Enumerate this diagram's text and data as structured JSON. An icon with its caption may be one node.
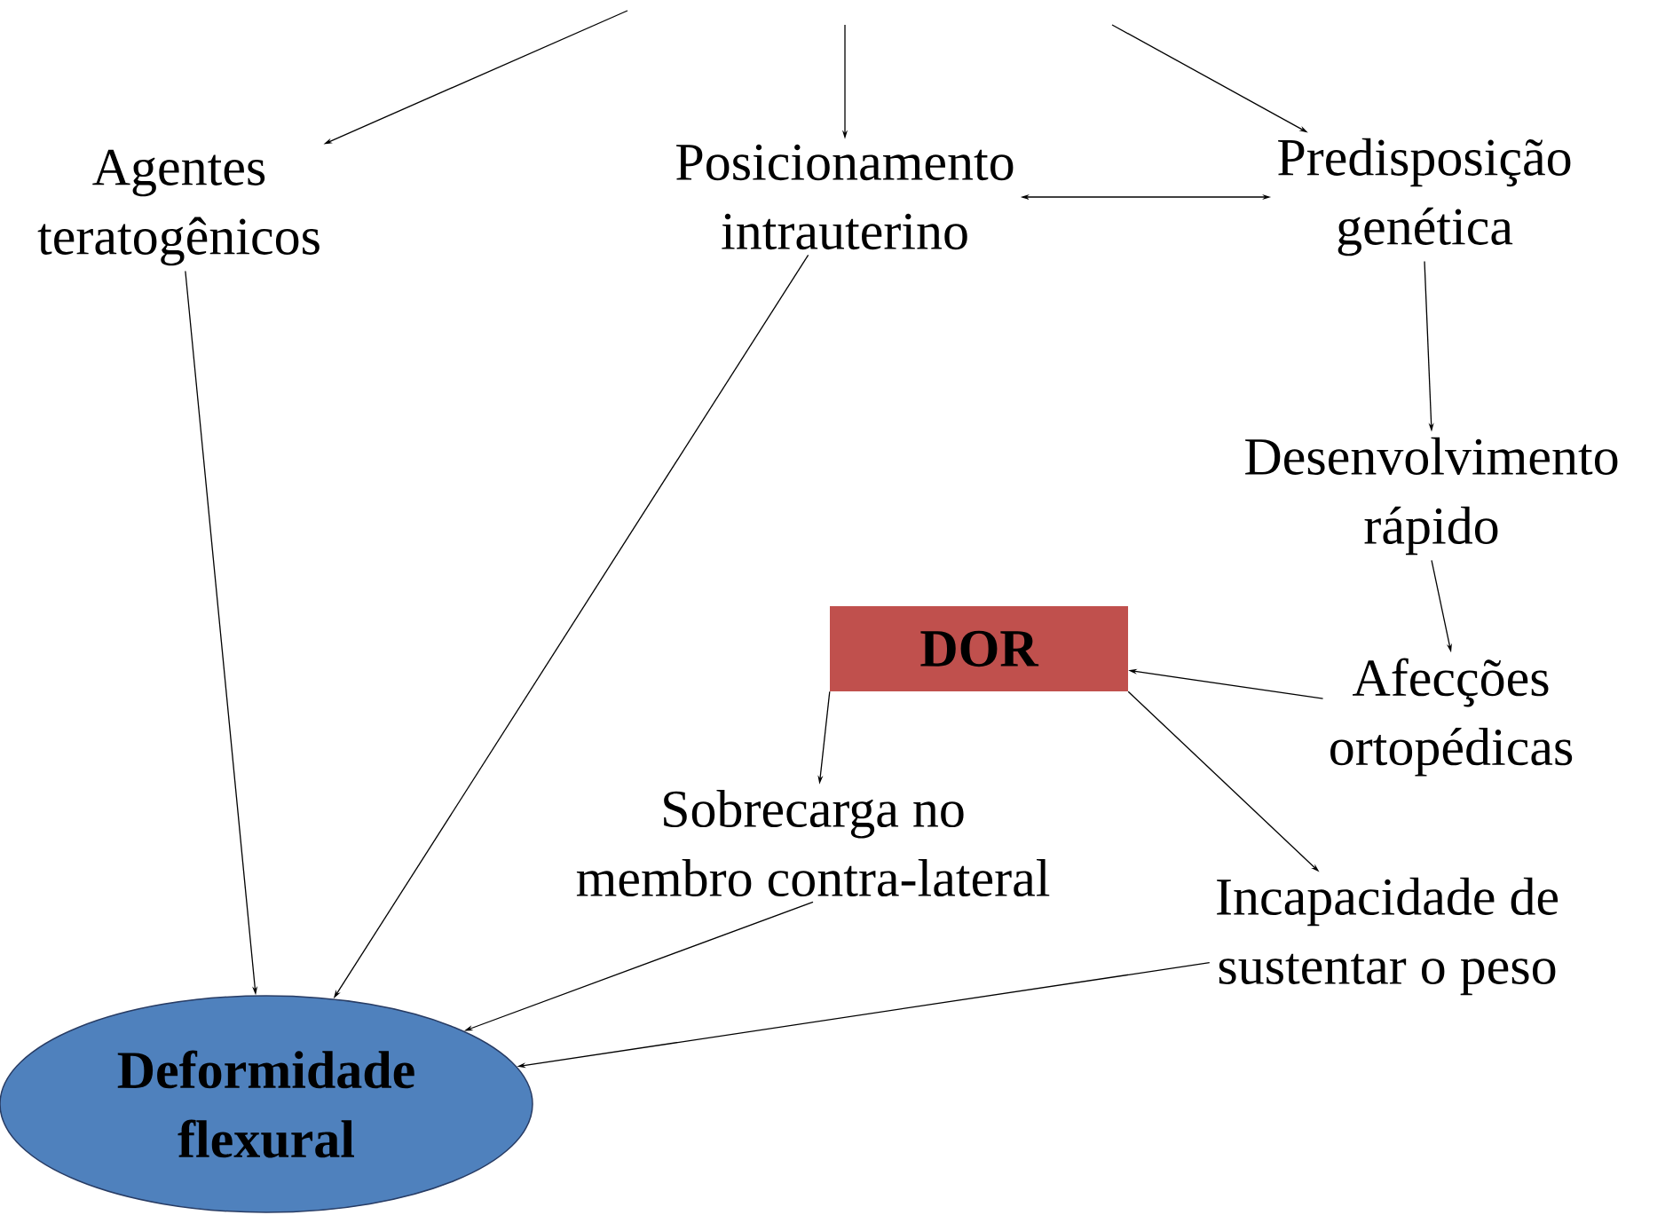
{
  "diagram": {
    "nodes": [
      {
        "text": [
          "Agentes teratogênicos"
        ]
      },
      {
        "text": [
          "Posicionamento intrauterino"
        ]
      },
      {
        "text": [
          "Predisposição genética"
        ]
      },
      {
        "text": [
          "Desenvolvimento rápido"
        ]
      },
      {
        "text": [
          "DOR"
        ]
      },
      {
        "text": [
          "Afecções ortopédicas"
        ]
      },
      {
        "text": [
          "Sobrecarga no membro contra-lateral"
        ]
      },
      {
        "text": [
          "Incapacidade de sustentar o peso"
        ]
      },
      {
        "text": [
          "Deformidade flexural"
        ]
      }
    ],
    "edges": [
      {
        "from": null,
        "to": 0,
        "arrow": "to"
      },
      {
        "from": null,
        "to": 1,
        "arrow": "to"
      },
      {
        "from": null,
        "to": 2,
        "arrow": "to"
      },
      {
        "from": 1,
        "to": 2,
        "arrow": "both"
      },
      {
        "from": 2,
        "to": 3,
        "arrow": "to"
      },
      {
        "from": 3,
        "to": 5,
        "arrow": "to"
      },
      {
        "from": 5,
        "to": 4,
        "arrow": "to"
      },
      {
        "from": 4,
        "to": 6,
        "arrow": "to"
      },
      {
        "from": 4,
        "to": 7,
        "arrow": "to"
      },
      {
        "from": 0,
        "to": 8,
        "arrow": "to"
      },
      {
        "from": 1,
        "to": 8,
        "arrow": "to"
      },
      {
        "from": 6,
        "to": 8,
        "arrow": "to"
      },
      {
        "from": 7,
        "to": 8,
        "arrow": "to"
      }
    ]
  }
}
